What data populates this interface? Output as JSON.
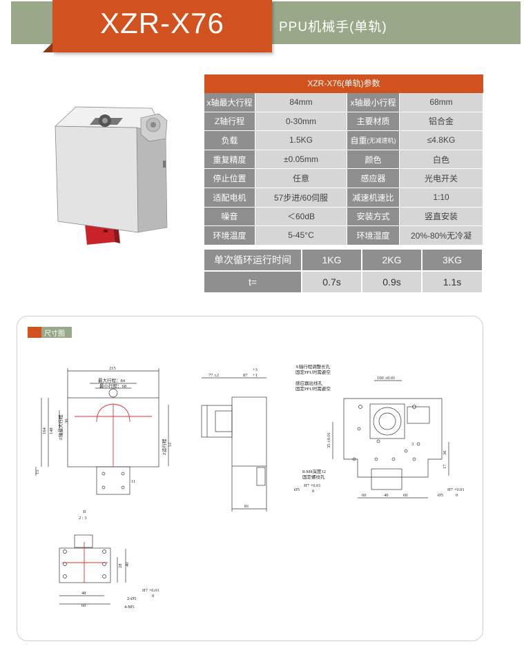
{
  "header": {
    "model": "XZR-X76",
    "subtitle": "PPU机械手(单轨)"
  },
  "spec": {
    "title": "XZR-X76(单轨)参数",
    "rows": [
      {
        "l1": "x轴最大行程",
        "v1": "84mm",
        "l2": "x轴最小行程",
        "v2": "68mm"
      },
      {
        "l1": "Z轴行程",
        "v1": "0-30mm",
        "l2": "主要材质",
        "v2": "铝合金"
      },
      {
        "l1": "负载",
        "v1": "1.5KG",
        "l2": "自重",
        "l2_note": "(无减速机)",
        "v2": "≤4.8KG"
      },
      {
        "l1": "重复精度",
        "v1": "±0.05mm",
        "l2": "颜色",
        "v2": "白色"
      },
      {
        "l1": "停止位置",
        "v1": "任意",
        "l2": "感应器",
        "v2": "光电开关"
      },
      {
        "l1": "适配电机",
        "v1": "57步进/60伺服",
        "l2": "减速机速比",
        "v2": "1:10"
      },
      {
        "l1": "噪音",
        "v1": "＜60dB",
        "l2": "安装方式",
        "v2": "竖直安装"
      },
      {
        "l1": "环境温度",
        "v1": "5-45°C",
        "l2": "环境湿度",
        "v2": "20%-80%无冷凝"
      }
    ]
  },
  "cycle": {
    "head": "单次循环运行时间",
    "loads": [
      "1KG",
      "2KG",
      "3KG"
    ],
    "row_label": "t=",
    "times": [
      "0.7s",
      "0.9s",
      "1.1s"
    ]
  },
  "dimensions": {
    "tag": "尺寸图",
    "front": {
      "width": "215",
      "max_stroke": "最大行程：84",
      "min_stroke": "最小行程：68",
      "height_total": "164",
      "height_body": "148",
      "z_stroke_lab": "Z轴最大行程",
      "z_stroke_val": "30",
      "z_run_lab": "Z运行程",
      "z_run_val": "51",
      "bottom": "15",
      "flange": "11"
    },
    "side": {
      "a": "77 ±2",
      "b": "87",
      "b_tol_up": "+3",
      "b_tol_dn": "+1",
      "depth": "81"
    },
    "back": {
      "note1a": "X轴行程调整长孔",
      "note1b": "固定PPU时需避空",
      "note2a": "感应器出线孔",
      "note2b": "固定PPU时需避空",
      "top": "100 ±0.01",
      "v1": "35 ±0.01",
      "v2": "36",
      "v3": "17",
      "d3": "3",
      "thread_a": "8-M8深度12",
      "thread_b": "固定螺纹孔",
      "h7_l": "H7 +0.01",
      "h7_l0": "0",
      "phi_l": "Ø5",
      "h7_r": "H7 +0.01",
      "h7_r0": "0",
      "phi_r": "Ø5",
      "b60a": "60",
      "b40": "40",
      "b60b": "60"
    },
    "detail": {
      "scale_a": "II",
      "scale_b": "2 : 3",
      "d40": "40",
      "d28": "28",
      "d48": "48",
      "d60": "60",
      "hole_a": "2-Ø5",
      "hole_b": "4-M5",
      "h7": "H7 +0.01",
      "h70": "0"
    }
  }
}
